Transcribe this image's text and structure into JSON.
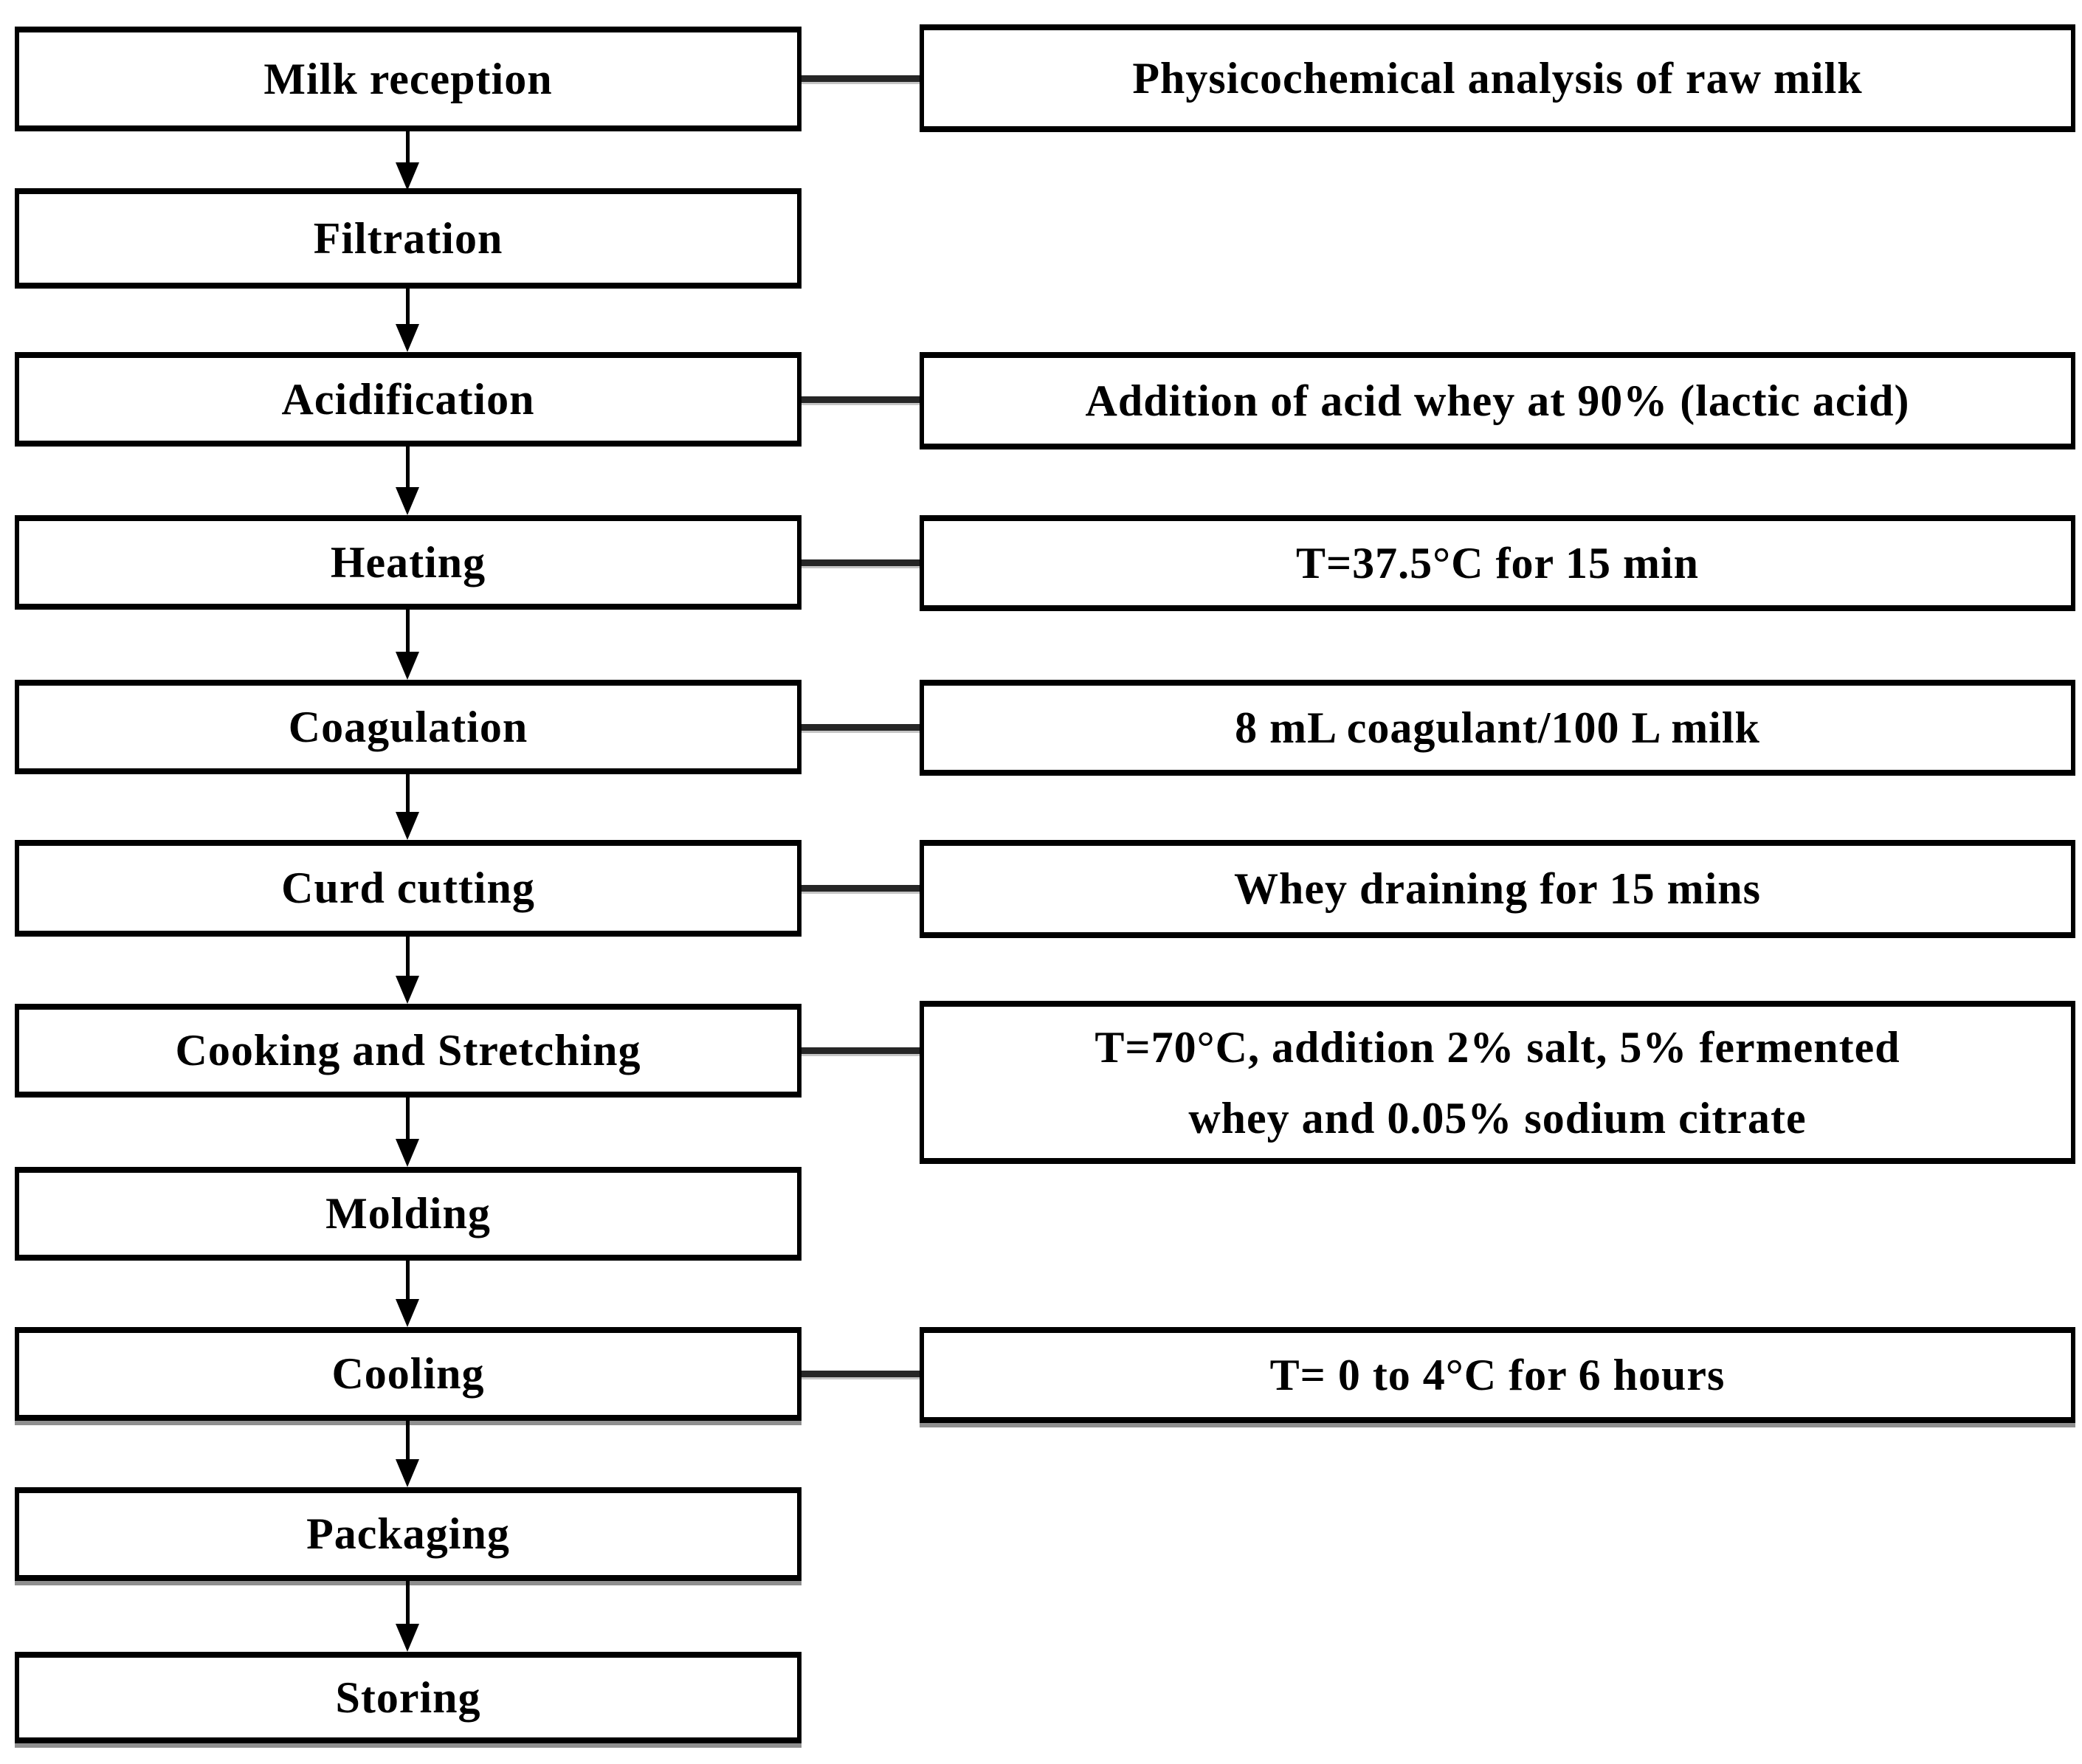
{
  "figure": {
    "background_color": "#ffffff",
    "box_border_color": "#000000",
    "text_color": "#000000",
    "connector_color": "#262626",
    "shadow_color": "#8f8f8f"
  },
  "steps": [
    {
      "label": "Milk reception",
      "annotation": "Physicochemical analysis of raw milk"
    },
    {
      "label": "Filtration"
    },
    {
      "label": "Acidification",
      "annotation": "Addition of acid whey at 90% (lactic acid)"
    },
    {
      "label": "Heating",
      "annotation": "T=37.5°C for 15 min"
    },
    {
      "label": "Coagulation",
      "annotation": "8 mL coagulant/100 L milk"
    },
    {
      "label": "Curd cutting",
      "annotation": "Whey draining for 15 mins"
    },
    {
      "label": "Cooking and Stretching",
      "annotation": "T=70°C, addition 2% salt, 5% fermented\nwhey and 0.05% sodium citrate"
    },
    {
      "label": "Molding"
    },
    {
      "label": "Cooling",
      "annotation": "T= 0 to 4°C for 6 hours"
    },
    {
      "label": "Packaging"
    },
    {
      "label": "Storing"
    }
  ]
}
